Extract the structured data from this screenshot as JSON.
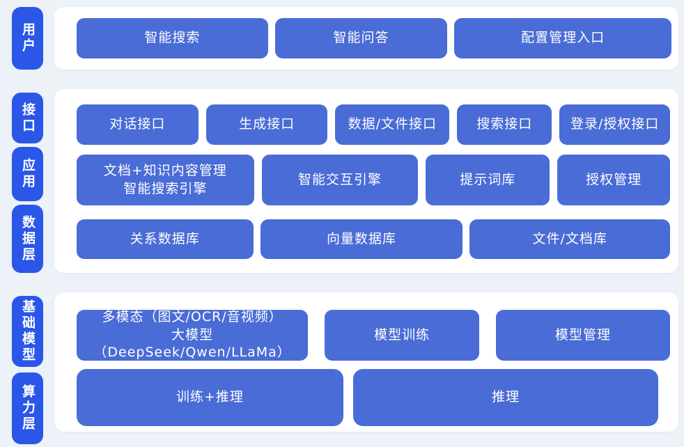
{
  "colors": {
    "page_bg": "#edf1f8",
    "panel_bg": "#ffffff",
    "layer_label_blue": "#2b57e8",
    "node_blue": "#4a6cd6",
    "text": "#ffffff"
  },
  "band1": {
    "label": "用户",
    "nodes": [
      "智能搜索",
      "智能问答",
      "配置管理入口"
    ]
  },
  "band2": {
    "labels": [
      "接口",
      "应用",
      "数据层"
    ],
    "row_api": [
      "对话接口",
      "生成接口",
      "数据/文件接口",
      "搜索接口",
      "登录/授权接口"
    ],
    "row_app": [
      {
        "lines": [
          "文档+知识内容管理",
          "智能搜索引擎"
        ]
      },
      {
        "label": "智能交互引擎"
      },
      {
        "label": "提示词库"
      },
      {
        "label": "授权管理"
      }
    ],
    "row_db": [
      "关系数据库",
      "向量数据库",
      "文件/文档库"
    ]
  },
  "band3": {
    "labels": [
      "基础模型",
      "算力层"
    ],
    "row_model": [
      {
        "lines": [
          "多模态（图文/OCR/音视频）",
          "大模型（DeepSeek/Qwen/LLaMa）"
        ]
      },
      {
        "label": "模型训练"
      },
      {
        "label": "模型管理"
      }
    ],
    "row_compute": [
      "训练+推理",
      "推理"
    ]
  }
}
